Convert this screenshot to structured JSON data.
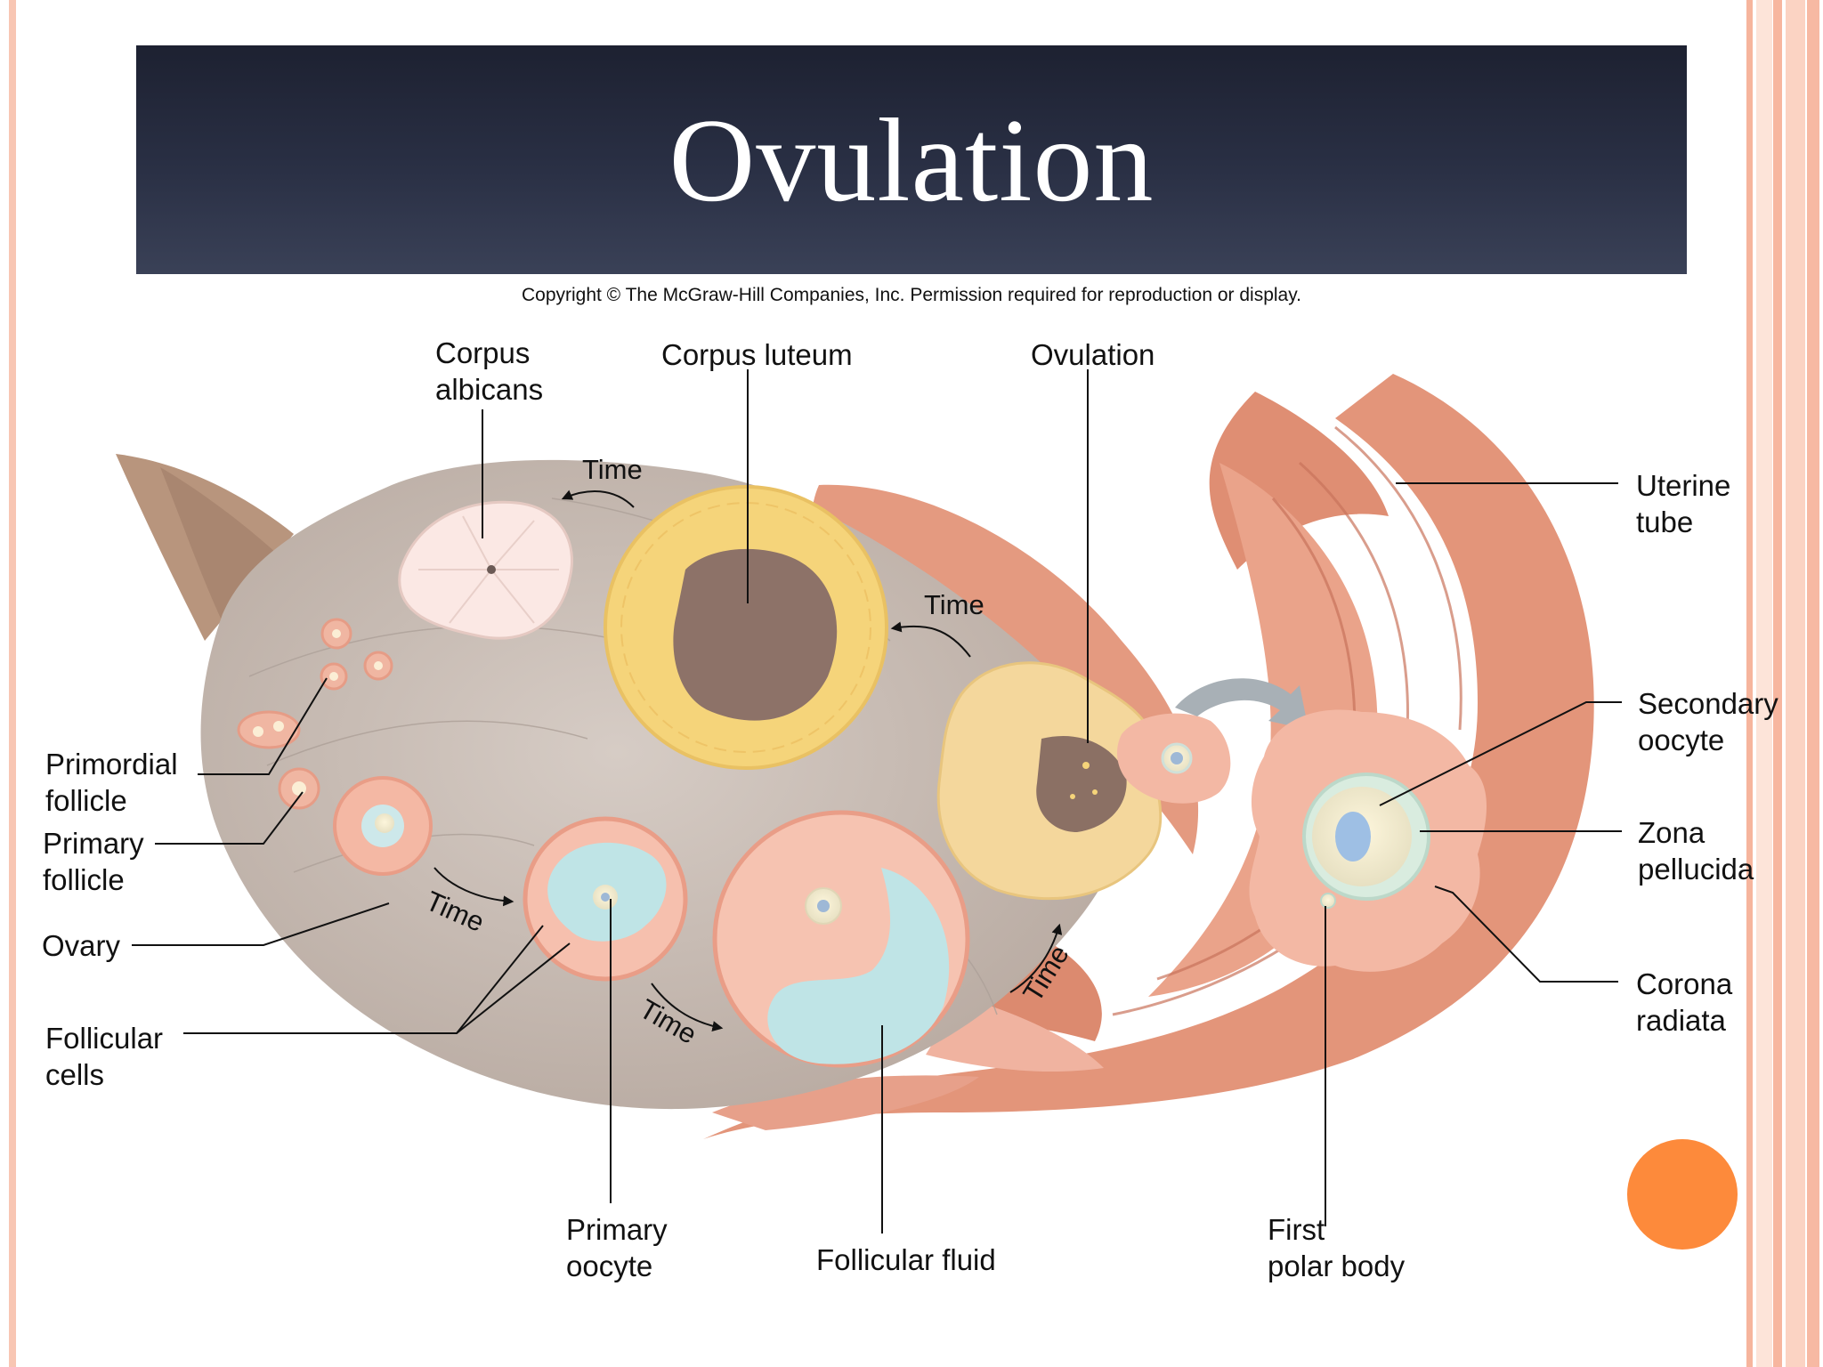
{
  "slide": {
    "title": "Ovulation",
    "copyright": "Copyright © The McGraw-Hill Companies, Inc. Permission required for reproduction or display."
  },
  "labels": {
    "corpus_albicans_l1": "Corpus",
    "corpus_albicans_l2": "albicans",
    "corpus_luteum": "Corpus luteum",
    "ovulation": "Ovulation",
    "uterine_tube_l1": "Uterine",
    "uterine_tube_l2": "tube",
    "secondary_oocyte_l1": "Secondary",
    "secondary_oocyte_l2": "oocyte",
    "zona_pellucida_l1": "Zona",
    "zona_pellucida_l2": "pellucida",
    "corona_radiata_l1": "Corona",
    "corona_radiata_l2": "radiata",
    "primordial_follicle_l1": "Primordial",
    "primordial_follicle_l2": "follicle",
    "primary_follicle_l1": "Primary",
    "primary_follicle_l2": "follicle",
    "ovary": "Ovary",
    "follicular_cells_l1": "Follicular",
    "follicular_cells_l2": "cells",
    "primary_oocyte_l1": "Primary",
    "primary_oocyte_l2": "oocyte",
    "follicular_fluid": "Follicular fluid",
    "first_polar_body_l1": "First",
    "first_polar_body_l2": "polar body"
  },
  "time_label": "Time",
  "colors": {
    "frame_stripe": "#f5b8a2",
    "banner": "#252a3c",
    "ovary": "#c9bdb5",
    "tube": "#e3957a",
    "corpus_luteum": "#f5d47a",
    "follicular_fluid": "#bfe4e6",
    "accent_dot": "#fd8a3b"
  }
}
